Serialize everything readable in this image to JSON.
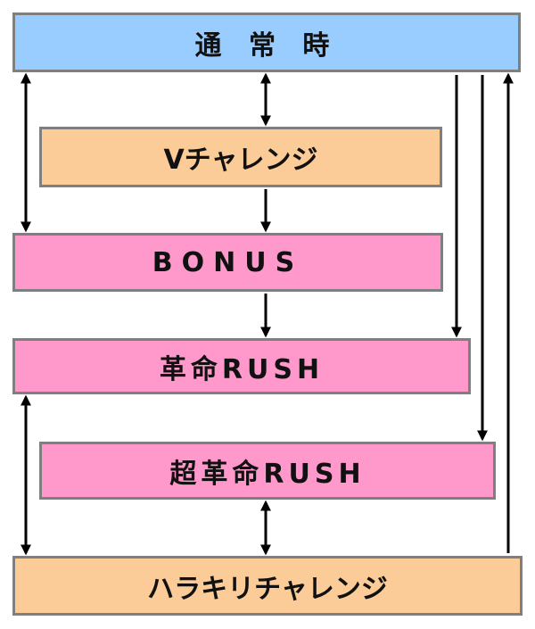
{
  "colors": {
    "normal": "#99ccff",
    "challenge": "#fbcc97",
    "bonus": "#ff99cc",
    "border": "#7f7f7f",
    "arrow": "#000000"
  },
  "nodes": {
    "normal": {
      "label": "通 常 時"
    },
    "v_challenge": {
      "label": "Vチャレンジ"
    },
    "bonus": {
      "label": "BONUS"
    },
    "kakumei_rush": {
      "label": "革命RUSH"
    },
    "super_kakumei_rush": {
      "label": "超革命RUSH"
    },
    "harakiri_challenge": {
      "label": "ハラキリチャレンジ"
    }
  },
  "edges": [
    {
      "from": "normal",
      "to": "v_challenge",
      "direction": "both"
    },
    {
      "from": "normal",
      "to": "bonus",
      "direction": "both"
    },
    {
      "from": "v_challenge",
      "to": "bonus",
      "direction": "forward"
    },
    {
      "from": "bonus",
      "to": "kakumei_rush",
      "direction": "forward"
    },
    {
      "from": "normal",
      "to": "kakumei_rush",
      "direction": "forward"
    },
    {
      "from": "normal",
      "to": "super_kakumei_rush",
      "direction": "forward"
    },
    {
      "from": "harakiri_challenge",
      "to": "normal",
      "direction": "forward"
    },
    {
      "from": "kakumei_rush",
      "to": "harakiri_challenge",
      "direction": "both"
    },
    {
      "from": "super_kakumei_rush",
      "to": "harakiri_challenge",
      "direction": "both"
    }
  ]
}
